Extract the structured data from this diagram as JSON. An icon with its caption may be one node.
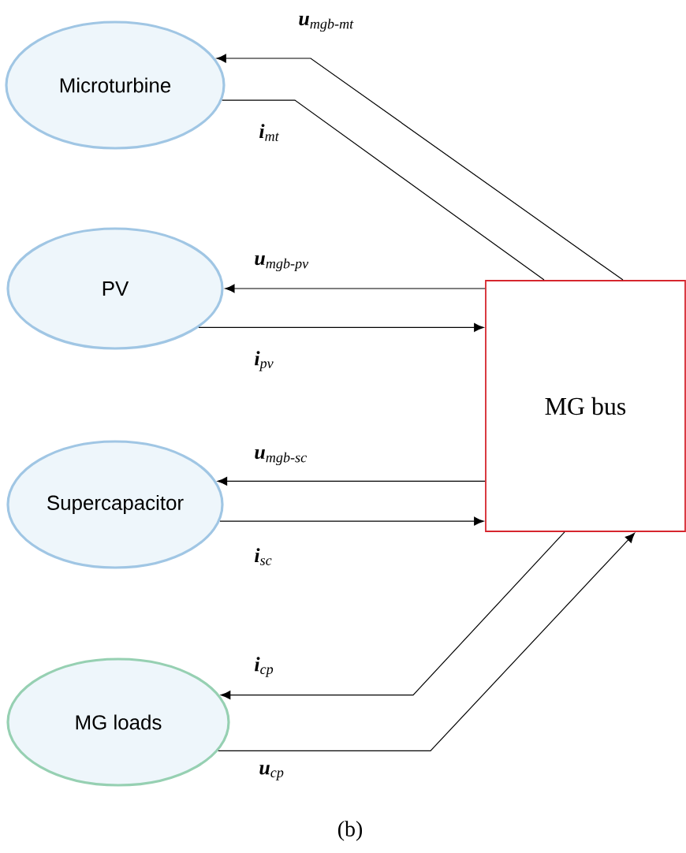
{
  "diagram": {
    "caption": "(b)",
    "nodes": [
      {
        "text": [
          "Microturbine"
        ]
      },
      {
        "text": [
          "PV"
        ]
      },
      {
        "text": [
          "Supercapacitor"
        ]
      },
      {
        "text": [
          "MG loads"
        ]
      },
      {
        "text": [
          "MG bus"
        ]
      }
    ],
    "edges": [
      {
        "from": 4,
        "to": 0,
        "arrow": "to",
        "label": "**u**$_{mgb-mt}$"
      },
      {
        "from": 0,
        "to": 4,
        "arrow": "none",
        "label": "**i**$_{mt}$"
      },
      {
        "from": 4,
        "to": 1,
        "arrow": "to",
        "label": "**u**$_{mgb-pv}$"
      },
      {
        "from": 1,
        "to": 4,
        "arrow": "to",
        "label": "**i**$_{pv}$"
      },
      {
        "from": 4,
        "to": 2,
        "arrow": "to",
        "label": "**u**$_{mgb-sc}$"
      },
      {
        "from": 2,
        "to": 4,
        "arrow": "to",
        "label": "**i**$_{sc}$"
      },
      {
        "from": 4,
        "to": 3,
        "arrow": "to",
        "label": "**i**$_{cp}$"
      },
      {
        "from": 3,
        "to": 4,
        "arrow": "to",
        "label": "**u**$_{cp}$"
      }
    ]
  }
}
